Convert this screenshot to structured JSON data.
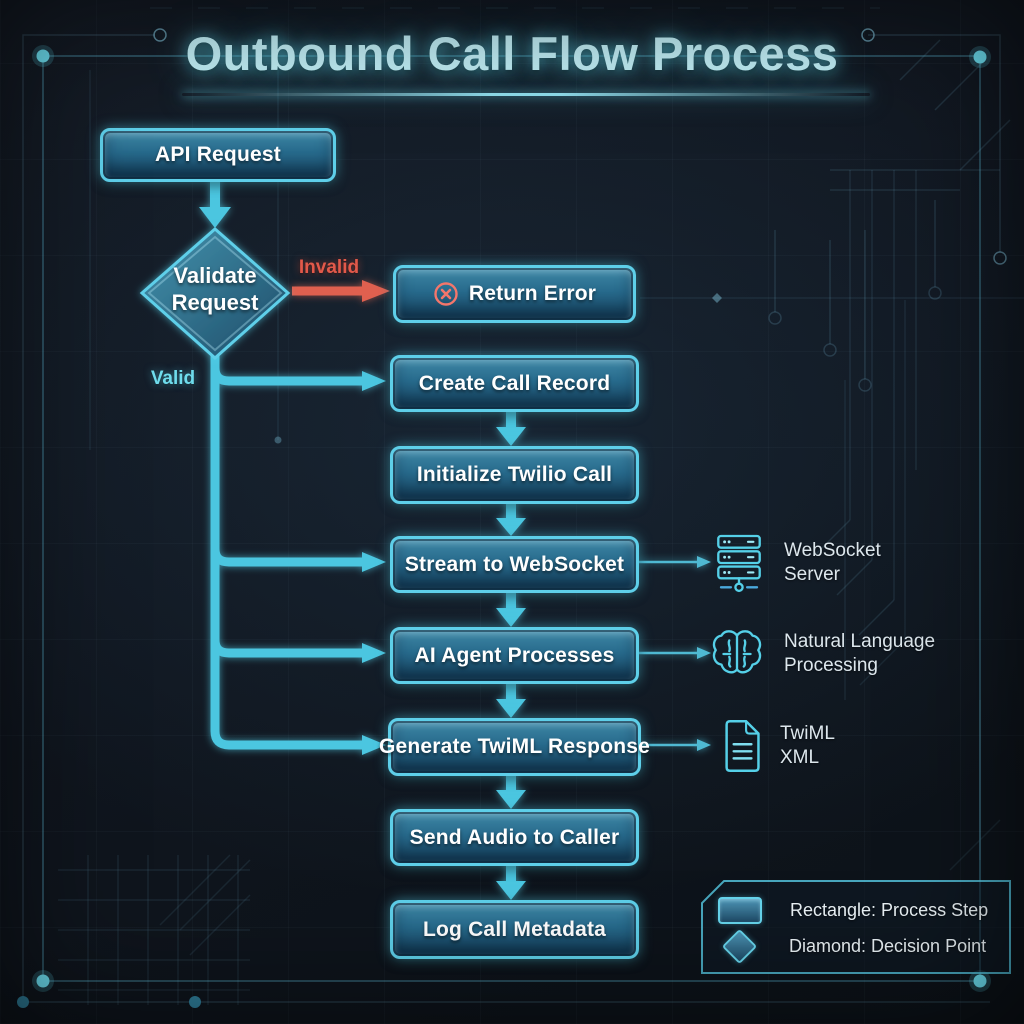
{
  "title": "Outbound Call Flow Process",
  "nodes": {
    "api_request": "API Request",
    "validate_request": "Validate Request",
    "validate_request_line1": "Validate",
    "validate_request_line2": "Request",
    "return_error": "Return Error",
    "create_call_record": "Create Call Record",
    "initialize_twilio_call": "Initialize Twilio Call",
    "stream_to_websocket": "Stream to WebSocket",
    "ai_agent_processes": "AI Agent Processes",
    "generate_twiml_response": "Generate TwiML Response",
    "send_audio_to_caller": "Send Audio to Caller",
    "log_call_metadata": "Log Call Metadata"
  },
  "edge_labels": {
    "valid": "Valid",
    "invalid": "Invalid"
  },
  "edges": [
    {
      "from": "API Request",
      "to": "Validate Request"
    },
    {
      "from": "Validate Request",
      "to": "Return Error",
      "label": "Invalid"
    },
    {
      "from": "Validate Request",
      "to": "Create Call Record",
      "label": "Valid"
    },
    {
      "from": "Validate Request",
      "to": "Stream to WebSocket",
      "label": "Valid"
    },
    {
      "from": "Validate Request",
      "to": "AI Agent Processes",
      "label": "Valid"
    },
    {
      "from": "Validate Request",
      "to": "Generate TwiML Response",
      "label": "Valid"
    },
    {
      "from": "Create Call Record",
      "to": "Initialize Twilio Call"
    },
    {
      "from": "Initialize Twilio Call",
      "to": "Stream to WebSocket"
    },
    {
      "from": "Stream to WebSocket",
      "to": "AI Agent Processes"
    },
    {
      "from": "AI Agent Processes",
      "to": "Generate TwiML Response"
    },
    {
      "from": "Generate TwiML Response",
      "to": "Send Audio to Caller"
    },
    {
      "from": "Send Audio to Caller",
      "to": "Log Call Metadata"
    },
    {
      "from": "Stream to WebSocket",
      "to": "WebSocket Server",
      "type": "reference"
    },
    {
      "from": "AI Agent Processes",
      "to": "Natural Language Processing",
      "type": "reference"
    },
    {
      "from": "Generate TwiML Response",
      "to": "TwiML XML",
      "type": "reference"
    }
  ],
  "annotations": [
    {
      "icon": "server-icon",
      "line1": "WebSocket",
      "line2": "Server"
    },
    {
      "icon": "brain-icon",
      "line1": "Natural Language",
      "line2": "Processing"
    },
    {
      "icon": "document-icon",
      "line1": "TwiML",
      "line2": "XML"
    }
  ],
  "legend": {
    "items": [
      {
        "swatch": "rectangle",
        "label": "Rectangle: Process Step"
      },
      {
        "swatch": "diamond",
        "label": "Diamond: Decision Point"
      }
    ]
  },
  "colors": {
    "background": "#10161f",
    "accent_cyan": "#5ecfe9",
    "arrow_cyan": "#4cc6e0",
    "error_red": "#e2594a",
    "box_fill_top": "#3f88a6",
    "box_fill_bottom": "#17435f",
    "title_text": "#c3f1f9",
    "annotation_text": "#dde7ed"
  }
}
